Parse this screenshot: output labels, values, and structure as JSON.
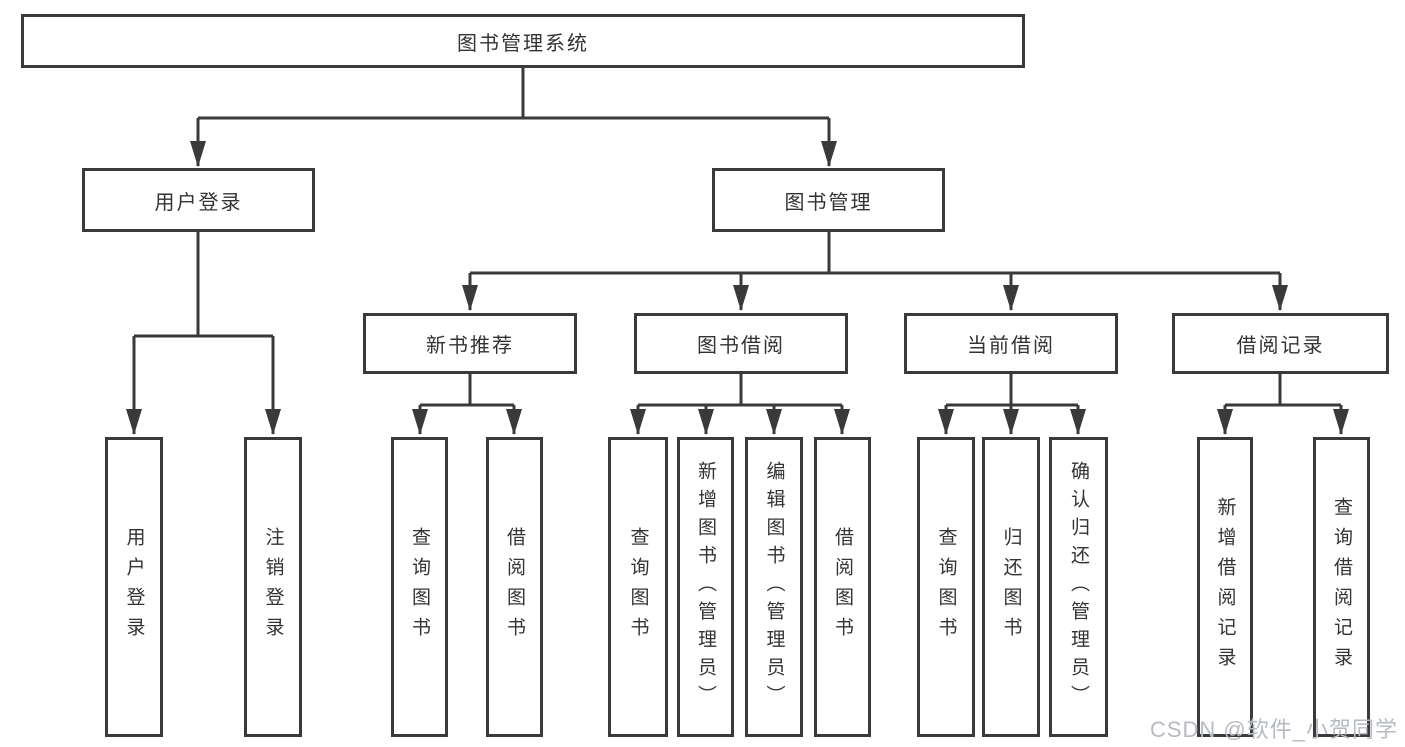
{
  "diagram": {
    "root": "图书管理系统",
    "level2": {
      "user_login": "用户登录",
      "book_mgmt": "图书管理"
    },
    "level3": {
      "new_book_rec": "新书推荐",
      "book_borrow": "图书借阅",
      "current_borrow": "当前借阅",
      "borrow_record": "借阅记录"
    },
    "leaves": {
      "user_login": "用户登录",
      "logout": "注销登录",
      "nb_query": "查询图书",
      "nb_borrow": "借阅图书",
      "bb_query": "查询图书",
      "bb_add": "新增图书（管理员）",
      "bb_edit": "编辑图书（管理员）",
      "bb_borrow": "借阅图书",
      "cb_query": "查询图书",
      "cb_return": "归还图书",
      "cb_confirm": "确认归还（管理员）",
      "br_add": "新增借阅记录",
      "br_query": "查询借阅记录"
    }
  },
  "watermark": {
    "text": "CSDN @软件_小贺同学"
  },
  "colors": {
    "line": "#3a3a3a",
    "text": "#333333",
    "watermark_gray": "#b6bac2",
    "background": "#ffffff"
  }
}
